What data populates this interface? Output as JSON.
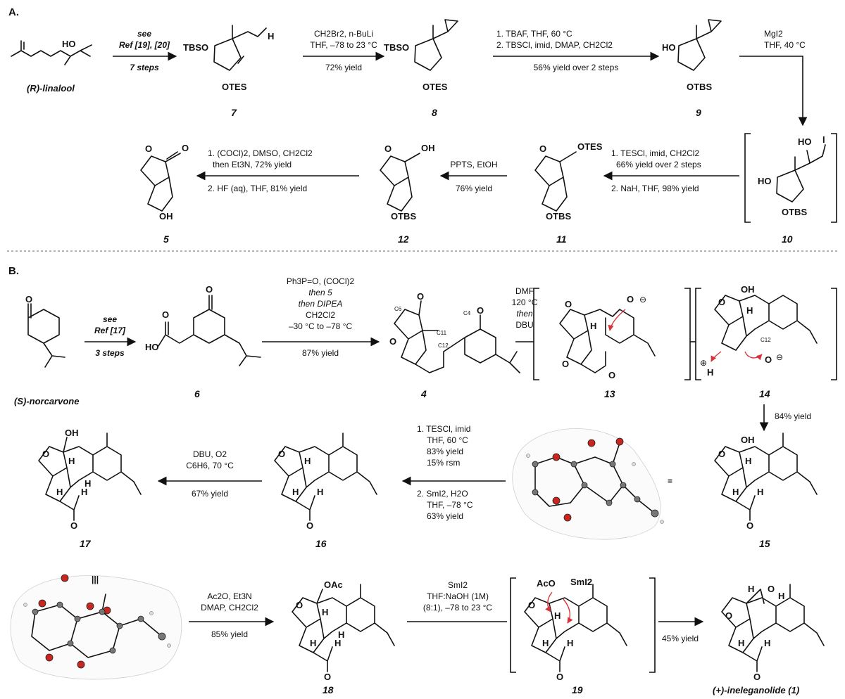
{
  "sections": {
    "a": "A.",
    "b": "B."
  },
  "compounds": {
    "linalool": {
      "label": "(R)-linalool",
      "atoms": [
        "HO"
      ]
    },
    "c7": {
      "label": "7",
      "atoms": [
        "TBSO",
        "H",
        "OTES"
      ]
    },
    "c8": {
      "label": "8",
      "atoms": [
        "TBSO",
        "OTES"
      ]
    },
    "c9": {
      "label": "9",
      "atoms": [
        "HO",
        "OTBS"
      ]
    },
    "c10": {
      "label": "10",
      "atoms": [
        "HO",
        "I",
        "HO",
        "OTBS"
      ]
    },
    "c11": {
      "label": "11",
      "atoms": [
        "O",
        "OTES",
        "OTBS"
      ]
    },
    "c12": {
      "label": "12",
      "atoms": [
        "O",
        "OH",
        "OTBS"
      ]
    },
    "c5": {
      "label": "5",
      "atoms": [
        "O",
        "O",
        "OH"
      ]
    },
    "norcarvone": {
      "label": "(S)-norcarvone",
      "atoms": [
        "O"
      ]
    },
    "c6": {
      "label": "6",
      "atoms": [
        "HO",
        "O",
        "O"
      ]
    },
    "c4": {
      "label": "4",
      "atoms": [
        "C6",
        "C4",
        "C11",
        "C12",
        "O",
        "O",
        "O"
      ]
    },
    "c13": {
      "label": "13",
      "atoms": [
        "O",
        "H",
        "O",
        "O",
        "O"
      ]
    },
    "c14": {
      "label": "14",
      "atoms": [
        "OH",
        "H",
        "C12",
        "H",
        "O",
        "O"
      ]
    },
    "c15": {
      "label": "15",
      "atoms": [
        "OH",
        "O",
        "H",
        "H",
        "H",
        "O"
      ]
    },
    "c16": {
      "label": "16",
      "atoms": [
        "O",
        "H",
        "H",
        "H",
        "O"
      ]
    },
    "c17": {
      "label": "17",
      "atoms": [
        "OH",
        "O",
        "H",
        "H",
        "H",
        "H",
        "O"
      ]
    },
    "c18": {
      "label": "18",
      "atoms": [
        "OAc",
        "O",
        "H",
        "H",
        "H",
        "H",
        "O"
      ]
    },
    "c19": {
      "label": "19",
      "atoms": [
        "AcO",
        "SmI2",
        "O",
        "H",
        "H",
        "H",
        "O"
      ]
    },
    "c1": {
      "label": "(+)-ineleganolide (1)",
      "atoms": [
        "H",
        "O",
        "H",
        "O",
        "H",
        "H",
        "O"
      ]
    }
  },
  "steps": {
    "s1": {
      "top": [
        "see",
        "Ref [19], [20]"
      ],
      "bottom": [
        "7 steps"
      ]
    },
    "s2": {
      "top": [
        "CH2Br2, n-BuLi",
        "THF, –78 to 23 °C"
      ],
      "bottom": [
        "72% yield"
      ]
    },
    "s3": {
      "top": [
        "1. TBAF, THF, 60 °C",
        "2. TBSCl, imid, DMAP, CH2Cl2"
      ],
      "bottom": [
        "56% yield over 2 steps"
      ]
    },
    "s4": {
      "top": [
        "MgI2",
        "THF, 40 °C"
      ],
      "bottom": []
    },
    "s5": {
      "top": [
        "1. TESCl, imid, CH2Cl2",
        "66% yield over 2 steps"
      ],
      "bottom": [
        "2. NaH, THF, 98% yield"
      ]
    },
    "s6": {
      "top": [
        "PPTS, EtOH"
      ],
      "bottom": [
        "76% yield"
      ]
    },
    "s7": {
      "top": [
        "1. (COCl)2, DMSO, CH2Cl2",
        "then Et3N, 72% yield"
      ],
      "bottom": [
        "2. HF (aq), THF, 81% yield"
      ]
    },
    "s8": {
      "top": [
        "see",
        "Ref [17]"
      ],
      "bottom": [
        "3 steps"
      ]
    },
    "s9": {
      "top": [
        "Ph3P=O, (COCl)2",
        "then 5",
        "then DIPEA",
        "CH2Cl2",
        "–30 °C to –78 °C"
      ],
      "bottom": [
        "87% yield"
      ]
    },
    "s10": {
      "top": [
        "DMF",
        "120 °C",
        "then",
        "DBU"
      ],
      "bottom": []
    },
    "s11": {
      "top": [
        "84% yield"
      ],
      "bottom": []
    },
    "s12": {
      "top": [
        "1. TESCl, imid",
        "THF, 60 °C",
        "83% yield",
        "15% rsm"
      ],
      "bottom": [
        "2. SmI2, H2O",
        "THF, –78 °C",
        "63% yield"
      ]
    },
    "s13": {
      "top": [
        "DBU, O2",
        "C6H6, 70 °C"
      ],
      "bottom": [
        "67% yield"
      ]
    },
    "s14": {
      "top": [
        "Ac2O, Et3N",
        "DMAP, CH2Cl2"
      ],
      "bottom": [
        "85% yield"
      ]
    },
    "s15": {
      "top": [
        "SmI2",
        "THF:NaOH (1M)",
        "(8:1), –78 to 23 °C"
      ],
      "bottom": []
    },
    "s16": {
      "top": [],
      "bottom": [
        "45% yield"
      ]
    }
  },
  "symbols": {
    "equiv": "≡",
    "equiv_vertical": "|||",
    "plus": "⊕",
    "minus": "⊖"
  },
  "colors": {
    "ink": "#111111",
    "mechanism_arrow": "#d9323c",
    "oxygen_atom": "#c9261f",
    "carbon_atom": "#777777"
  }
}
